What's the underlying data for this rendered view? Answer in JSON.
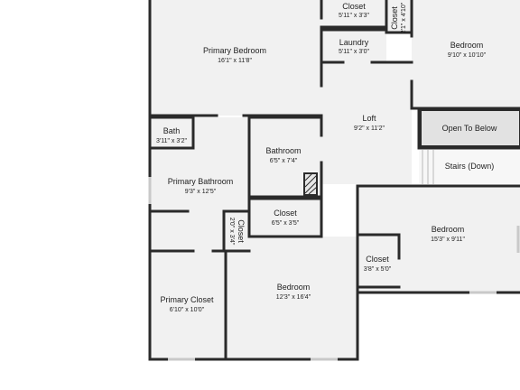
{
  "colors": {
    "floor": "#f1f1f1",
    "wall": "#2a2a2a",
    "window": "#c9c9c9",
    "feature": "#e2e2e2"
  },
  "rooms": [
    {
      "id": "primary-bedroom",
      "name": "Primary Bedroom",
      "dims": "16'1\" x 11'8\""
    },
    {
      "id": "closet-top",
      "name": "Closet",
      "dims": "5'11\" x 3'3\""
    },
    {
      "id": "laundry",
      "name": "Laundry",
      "dims": "5'11\" x 3'0\""
    },
    {
      "id": "closet-vertical-top",
      "name": "Closet",
      "dims": "2'1\" x 4'10\""
    },
    {
      "id": "bedroom-top-right",
      "name": "Bedroom",
      "dims": "9'10\" x 10'10\""
    },
    {
      "id": "open-to-below",
      "name": "Open To Below",
      "dims": ""
    },
    {
      "id": "loft",
      "name": "Loft",
      "dims": "9'2\" x 11'2\""
    },
    {
      "id": "bath",
      "name": "Bath",
      "dims": "3'11\" x 3'2\""
    },
    {
      "id": "bathroom",
      "name": "Bathroom",
      "dims": "6'5\" x 7'4\""
    },
    {
      "id": "stairs",
      "name": "Stairs (Down)",
      "dims": ""
    },
    {
      "id": "primary-bathroom",
      "name": "Primary Bathroom",
      "dims": "9'3\" x 12'5\""
    },
    {
      "id": "closet-mid",
      "name": "Closet",
      "dims": "6'5\" x 3'5\""
    },
    {
      "id": "closet-vertical-mid",
      "name": "Closet",
      "dims": "2'0\" x 3'4\""
    },
    {
      "id": "bedroom-right",
      "name": "Bedroom",
      "dims": "15'3\" x 9'11\""
    },
    {
      "id": "closet-right",
      "name": "Closet",
      "dims": "3'8\" x 5'0\""
    },
    {
      "id": "primary-closet",
      "name": "Primary Closet",
      "dims": "6'10\" x 10'0\""
    },
    {
      "id": "bedroom-bottom",
      "name": "Bedroom",
      "dims": "12'3\" x 16'4\""
    }
  ]
}
